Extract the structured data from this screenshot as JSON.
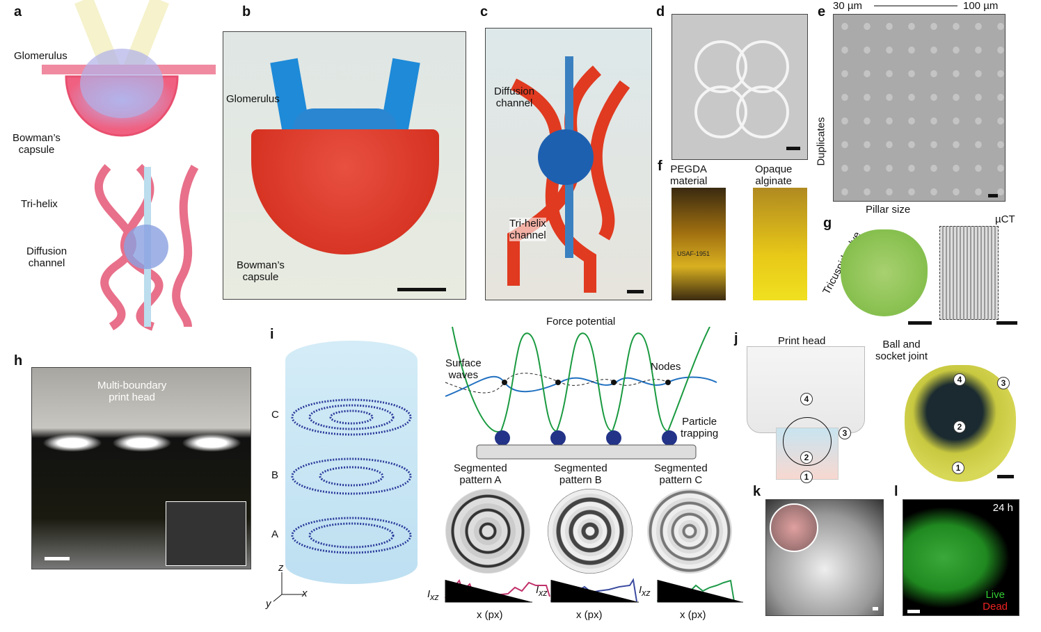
{
  "panels": {
    "a": {
      "label": "a",
      "glomerulus": "Glomerulus",
      "bowmans": "Bowman’s\ncapsule",
      "trihelix": "Tri-helix",
      "diffusion": "Diffusion\nchannel"
    },
    "b": {
      "label": "b",
      "glomerulus": "Glomerulus",
      "bowmans": "Bowman’s\ncapsule"
    },
    "c": {
      "label": "c",
      "diffusion": "Diffusion\nchannel",
      "trihelix": "Tri-helix\nchannel"
    },
    "d": {
      "label": "d"
    },
    "e": {
      "label": "e",
      "min_size": "30 µm",
      "max_size": "100 µm",
      "y_axis": "Duplicates",
      "x_axis": "Pillar size"
    },
    "f": {
      "label": "f",
      "left": "PEGDA\nmaterial",
      "right": "Opaque\nalginate",
      "target": "USAF-1951"
    },
    "g": {
      "label": "g",
      "valve": "Tricuspid valve",
      "uct": "µCT"
    },
    "h": {
      "label": "h",
      "printhead": "Multi-boundary\nprint head"
    },
    "i": {
      "label": "i",
      "layers": [
        "C",
        "B",
        "A"
      ],
      "axes": {
        "z": "z",
        "x": "x",
        "y": "y"
      },
      "force": "Force potential",
      "surface": "Surface\nwaves",
      "nodes": "Nodes",
      "trapping": "Particle\ntrapping",
      "patterns": [
        {
          "title": "Segmented\npattern A",
          "ylabel": "I",
          "ysub": "xz",
          "xlabel": "x (px)",
          "color": "#c0306a"
        },
        {
          "title": "Segmented\npattern B",
          "ylabel": "I",
          "ysub": "xz",
          "xlabel": "x (px)",
          "color": "#3a4aa0"
        },
        {
          "title": "Segmented\npattern C",
          "ylabel": "I",
          "ysub": "xz",
          "xlabel": "x (px)",
          "color": "#1f9a4a"
        }
      ]
    },
    "j": {
      "label": "j",
      "printhead": "Print head",
      "joint": "Ball and\nsocket joint",
      "markers": [
        "1",
        "2",
        "3",
        "4"
      ]
    },
    "k": {
      "label": "k"
    },
    "l": {
      "label": "l",
      "time": "24 h",
      "live": "Live",
      "dead": "Dead"
    }
  }
}
